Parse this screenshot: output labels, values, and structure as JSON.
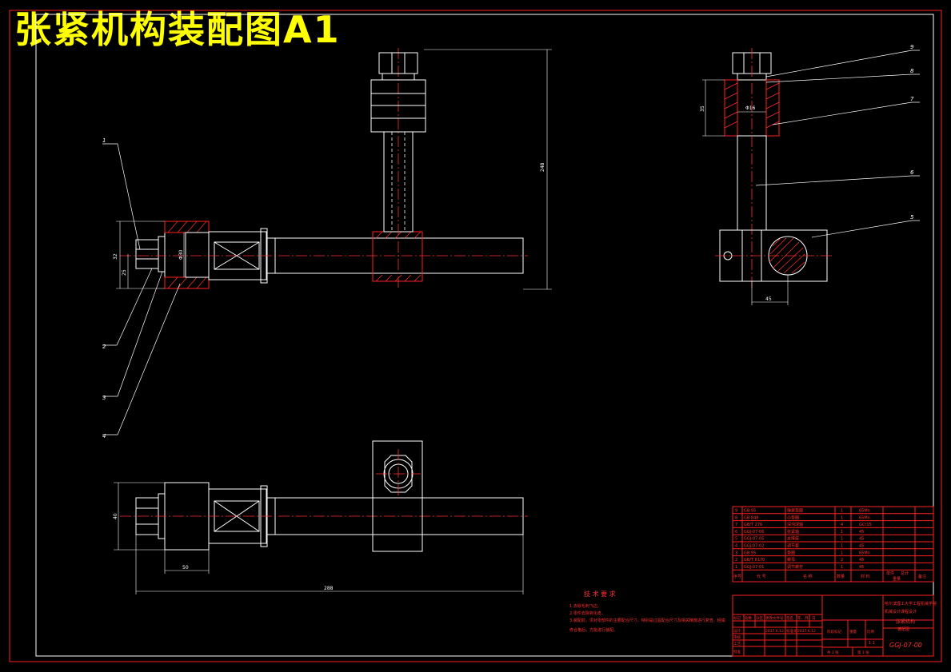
{
  "drawing": {
    "title": "张紧机构装配图A1",
    "part_numbers": [
      "1",
      "2",
      "3",
      "4",
      "5",
      "6",
      "7",
      "8",
      "9"
    ],
    "dimensions": {
      "front_overall_height": "248",
      "front_left_a": "32",
      "front_left_b": "25",
      "front_bore": "Φ30",
      "side_top": "35",
      "side_bore": "Φ16",
      "side_bottom": "45",
      "plan_height": "40",
      "plan_offset": "50",
      "plan_length": "288"
    }
  },
  "tech_requirements": {
    "heading": "技 术 要 求",
    "lines": [
      "1.去除毛刺飞边。",
      "2.零件去除氧化皮。",
      "3.装配前，须对零部件的主要配合尺寸，特别是过盈配合尺寸及相关精度进行复查。经钳",
      "修合格后，方能进行装配。"
    ]
  },
  "bom": {
    "rows": [
      {
        "no": "9",
        "code": "GB 95",
        "name": "弹簧垫圈",
        "qty": "1",
        "mat": "65Mn"
      },
      {
        "no": "8",
        "code": "GB 848",
        "name": "小垫圈",
        "qty": "1",
        "mat": "65Mn"
      },
      {
        "no": "7",
        "code": "GB/T 276",
        "name": "深沟球轴",
        "qty": "4",
        "mat": "GCr15"
      },
      {
        "no": "6",
        "code": "GGJ-07-06",
        "name": "张紧轴",
        "qty": "1",
        "mat": "45"
      },
      {
        "no": "5",
        "code": "GGJ-07-05",
        "name": "支撑座",
        "qty": "1",
        "mat": "45"
      },
      {
        "no": "4",
        "code": "GGJ-07-02",
        "name": "调节套",
        "qty": "1",
        "mat": "45"
      },
      {
        "no": "3",
        "code": "GB 95",
        "name": "垫圈",
        "qty": "1",
        "mat": "65Mn"
      },
      {
        "no": "2",
        "code": "GB/T 6170",
        "name": "螺母",
        "qty": "2",
        "mat": "45"
      },
      {
        "no": "1",
        "code": "GGJ-07-01",
        "name": "调节螺杆",
        "qty": "1",
        "mat": "45"
      }
    ],
    "header": {
      "no": "序号",
      "code": "代 号",
      "name": "名 称",
      "qty": "数量",
      "mat": "材 料",
      "weight": "重量",
      "note": "备注"
    },
    "weight_sub": [
      "单件",
      "总计"
    ]
  },
  "title_block": {
    "org": "哈尔滨理工大学工程机械学院",
    "project": "机械设计课程设计",
    "name": "张紧机构",
    "subname": "装配图",
    "drawing_no": "GGJ-07-00",
    "scale": "1:1",
    "sheets": "共 1 张",
    "sheet": "第 1 张",
    "row_labels": [
      "标记",
      "处数",
      "分区",
      "更改文件号",
      "签名",
      "年、月、日"
    ],
    "design_labels": [
      "设计",
      "审核",
      "工艺",
      "批准"
    ],
    "designer_date": "2017.6.12",
    "std_label": "标准化",
    "std_date": "2017.6.12",
    "stage_label": "阶段标记",
    "weight_label": "重量",
    "scale_label": "比例"
  }
}
